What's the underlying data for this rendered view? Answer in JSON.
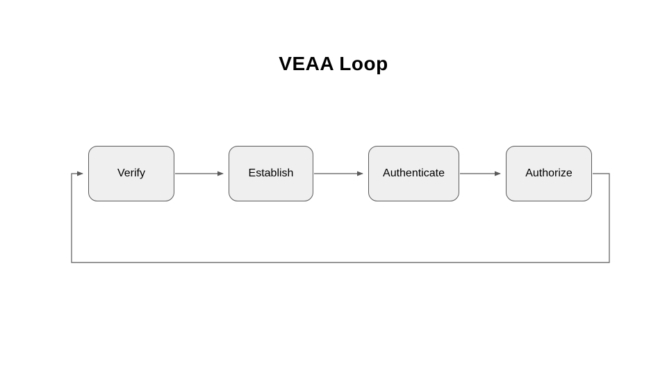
{
  "title": "VEAA Loop",
  "diagram": {
    "type": "flowchart-loop",
    "nodes": [
      {
        "id": "verify",
        "label": "Verify"
      },
      {
        "id": "establish",
        "label": "Establish"
      },
      {
        "id": "authenticate",
        "label": "Authenticate"
      },
      {
        "id": "authorize",
        "label": "Authorize"
      }
    ],
    "edges": [
      {
        "from": "verify",
        "to": "establish",
        "style": "straight-arrow"
      },
      {
        "from": "establish",
        "to": "authenticate",
        "style": "straight-arrow"
      },
      {
        "from": "authenticate",
        "to": "authorize",
        "style": "straight-arrow"
      },
      {
        "from": "authorize",
        "to": "verify",
        "style": "orthogonal-loop-arrow"
      }
    ],
    "colors": {
      "background": "#ffffff",
      "node_fill": "#efefef",
      "node_border": "#595959",
      "connector": "#595959",
      "title_text": "#000000",
      "node_text": "#000000"
    }
  }
}
